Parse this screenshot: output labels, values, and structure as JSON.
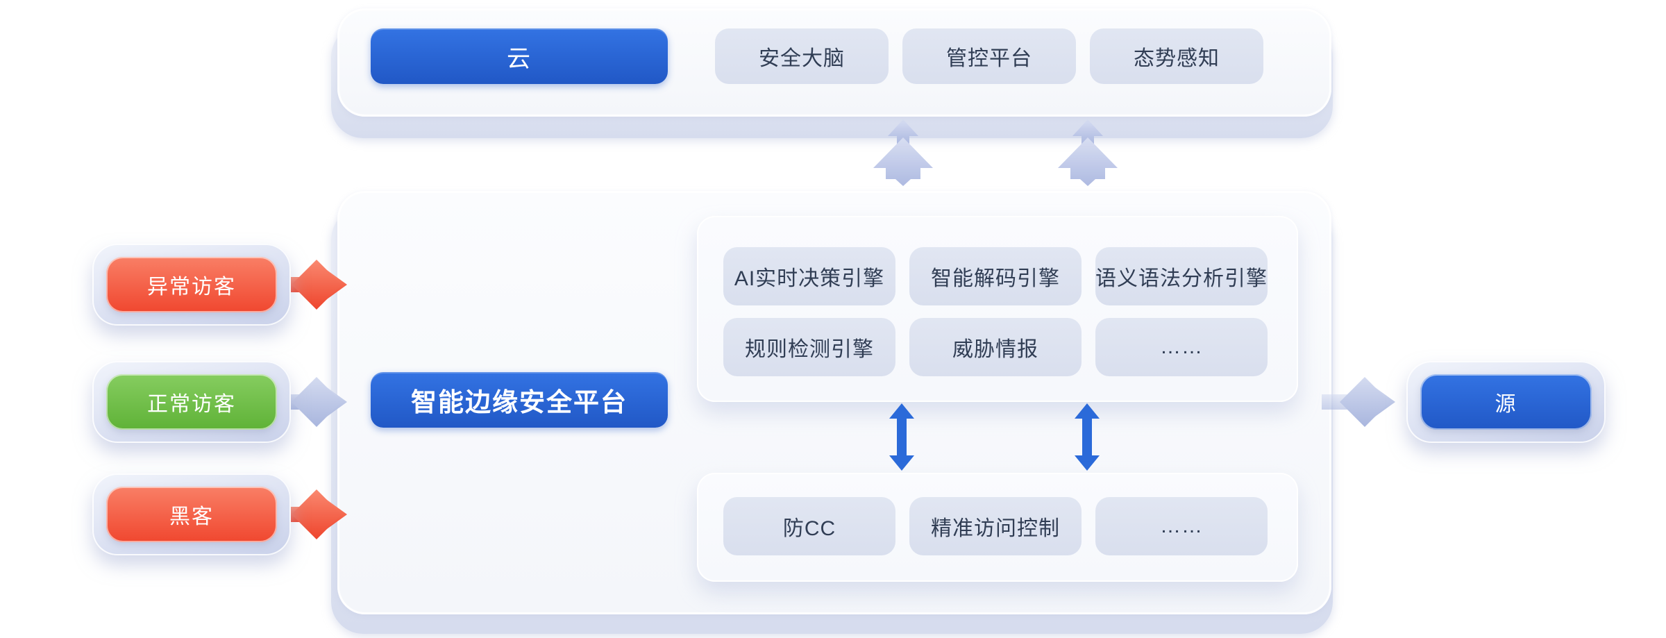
{
  "colors": {
    "primary_blue": "#2b6ad9",
    "chip_bg": "#dde3f0",
    "chip_text": "#303d54",
    "danger_red": "#f25036",
    "success_green": "#6fbf46",
    "connector_gray": "#b6c2e4",
    "arrow_light_purple": "#b3bfe3",
    "card_bg": "#f5f7fb"
  },
  "cloud_layer": {
    "primary_label": "云",
    "items": [
      "安全大脑",
      "管控平台",
      "态势感知"
    ]
  },
  "edge_platform": {
    "primary_label": "智能边缘安全平台",
    "engine_panel": {
      "items": [
        "AI实时决策引擎",
        "智能解码引擎",
        "语义语法分析引擎",
        "规则检测引擎",
        "威胁情报",
        "……"
      ]
    },
    "protection_panel": {
      "items": [
        "防CC",
        "精准访问控制",
        "……"
      ]
    }
  },
  "visitors": [
    {
      "label": "异常访客",
      "type": "abnormal"
    },
    {
      "label": "正常访客",
      "type": "normal"
    },
    {
      "label": "黑客",
      "type": "hacker"
    }
  ],
  "origin": {
    "label": "源"
  }
}
